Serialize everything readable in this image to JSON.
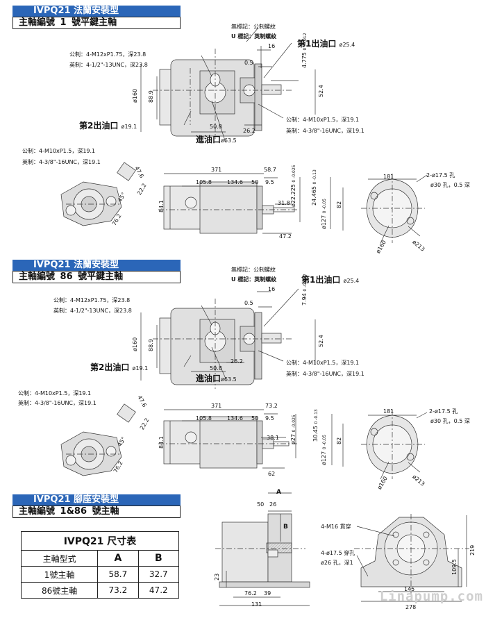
{
  "sections": [
    {
      "title": "IVPQ21 法蘭安裝型",
      "subtitle": "主軸編號      1 號平鍵主軸"
    },
    {
      "title": "IVPQ21 法蘭安裝型",
      "subtitle": "主軸編號      86 號平鍵主軸"
    },
    {
      "title": "IVPQ21 腳座安裝型",
      "subtitle": "主軸編號      1&86 號主軸"
    }
  ],
  "d1": {
    "thread_note1": "無標記：公制螺紋",
    "thread_note2": "U 標記：英制螺紋",
    "outlet1": "第1出油口",
    "outlet1_d": "ø25.4",
    "outlet2": "第2出油口",
    "outlet2_d": "ø19.1",
    "inlet": "進油口",
    "inlet_d": "ø63.5",
    "bolt_m": "公制：4-M12xP1.75，深23.8",
    "bolt_e": "英制：4-1/2\"-13UNC，深23.8",
    "bolt2_m": "公制：4-M10xP1.5，深19.1",
    "bolt2_e": "英制：4-3/8\"-16UNC，深19.1",
    "dims": {
      "d16": "16",
      "d05": "0.5",
      "key": "4.775",
      "key_tol": "0\n-0.012",
      "d524": "52.4",
      "d160": "ø160",
      "d889": "88.9",
      "d508": "50.8",
      "d262": "26.2"
    }
  },
  "d2": {
    "bolt_m": "公制：4-M10xP1.5，深19.1",
    "bolt_e": "英制：4-3/8\"-16UNC，深19.1",
    "dims": {
      "d476": "47.6",
      "d222": "22.2",
      "d45": "45°",
      "d762": "76.2",
      "d371": "371",
      "d587": "58.7",
      "d1058": "105.8",
      "d1346": "134.6",
      "d50": "50",
      "d95": "9.5",
      "d318": "31.8",
      "d841": "84.1",
      "d472": "47.2",
      "shaft": "ø22.225",
      "shaft_tol": "0\n-0.025",
      "d24465": "24.465",
      "d24465_tol": "0\n-0.13",
      "pilot": "ø127",
      "pilot_tol": "0\n-0.05",
      "d82": "82",
      "d181": "181",
      "hole": "2-ø17.5 孔",
      "cb": "ø30 孔，0.5 深",
      "d213": "ø213",
      "d160": "ø160"
    }
  },
  "d3": {
    "dims": {
      "key": "7.94",
      "key_tol": "0\n-0.012",
      "d733": "73.2",
      "d381": "38.1",
      "d62": "62",
      "shaft": "ø27",
      "shaft_tol": "0\n-0.025",
      "d3045": "30.45",
      "d3045_tol": "0\n-0.13"
    }
  },
  "d4": {
    "A": "A",
    "B": "B",
    "d50": "50",
    "d26": "26",
    "d23": "23",
    "d762": "76.2",
    "d39": "39",
    "d131": "131",
    "m16": "4-M16 貫穿",
    "hole": "4-ø17.5 穿孔",
    "cb": "ø26 孔，深1",
    "d219": "219",
    "d1095": "109.5",
    "d145": "145",
    "d278": "278"
  },
  "table": {
    "caption": "IVPQ21 尺寸表",
    "headers": [
      "主軸型式",
      "A",
      "B"
    ],
    "rows": [
      [
        "1號主軸",
        "58.7",
        "32.7"
      ],
      [
        "86號主軸",
        "73.2",
        "47.2"
      ]
    ]
  },
  "watermark": "Linapump.com"
}
